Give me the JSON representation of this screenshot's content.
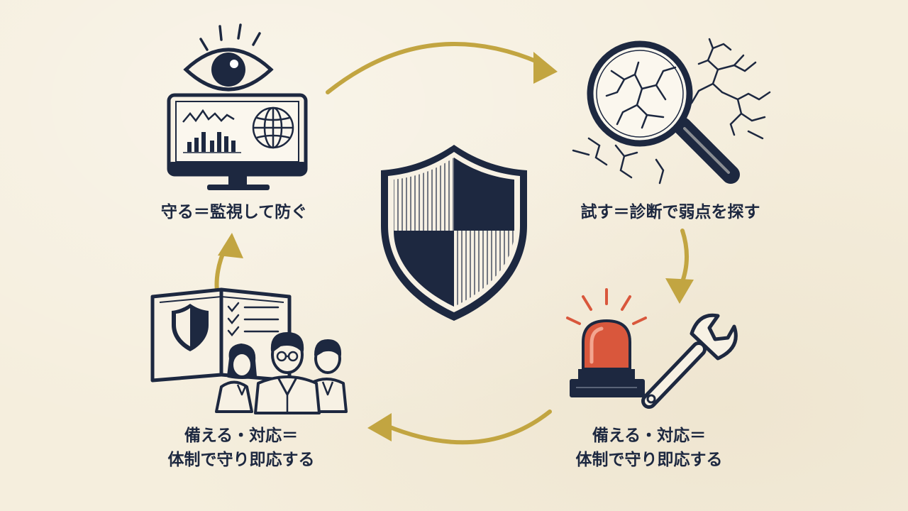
{
  "diagram": {
    "colors": {
      "navy": "#1d2840",
      "gold": "#c2a541",
      "alarm_red": "#d9573c",
      "background": "#f5eedd"
    },
    "center_icon": "shield-icon",
    "steps": [
      {
        "id": "watch",
        "icons": [
          "eye-icon",
          "monitor-icon",
          "globe-icon"
        ],
        "label": "守る＝監視して防ぐ"
      },
      {
        "id": "test",
        "icons": [
          "magnifier-icon",
          "cracks-icon"
        ],
        "label": "試す＝診断で弱点を探す"
      },
      {
        "id": "respond",
        "icons": [
          "alarm-light-icon",
          "wrench-icon"
        ],
        "label_line1": "備える・対応＝",
        "label_line2": "体制で守り即応する"
      },
      {
        "id": "prepare",
        "icons": [
          "manual-book-icon",
          "team-icon"
        ],
        "label_line1": "備える・対応＝",
        "label_line2": "体制で守り即応する"
      }
    ],
    "flow": "clockwise"
  }
}
